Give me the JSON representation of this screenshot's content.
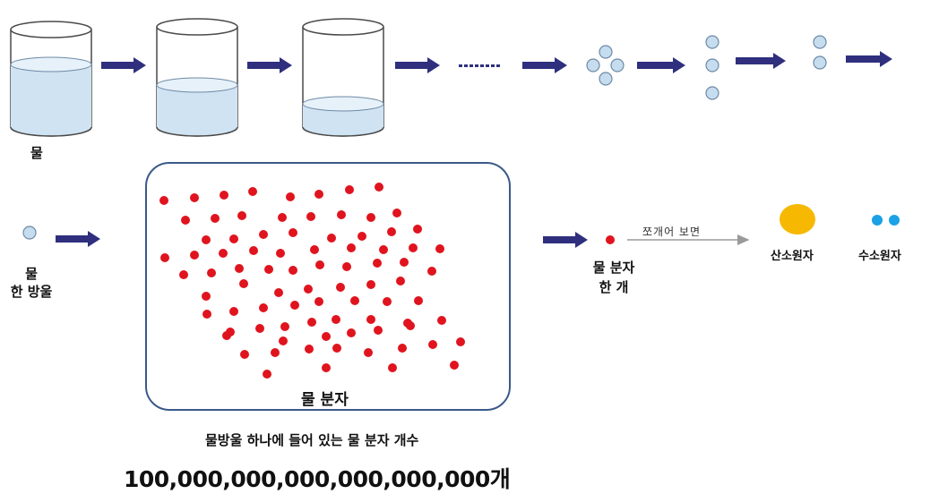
{
  "labels": {
    "water": "물",
    "drop_line1": "물",
    "drop_line2": "한 방울",
    "one_molecule_line1": "물 분자",
    "one_molecule_line2": "한 개",
    "box_caption": "물 분자",
    "split_label": "쪼개어 보면",
    "oxygen": "산소원자",
    "hydrogen": "수소원자",
    "count_caption": "물방울 하나에 들어 있는 물 분자 개수",
    "count_value": "100,000,000,000,000,000,000개"
  },
  "colors": {
    "arrow": "#2f2f7e",
    "beaker_outline": "#4a4a4a",
    "water_fill": "#cfe3f2",
    "drop_fill": "#c6ddef",
    "drop_outline": "#6f8aa6",
    "molecule": "#e0141e",
    "box_border": "#3a5a8a",
    "oxygen": "#f6b800",
    "hydrogen": "#1aa1e6",
    "split_arrow": "#9a9a9a"
  }
}
